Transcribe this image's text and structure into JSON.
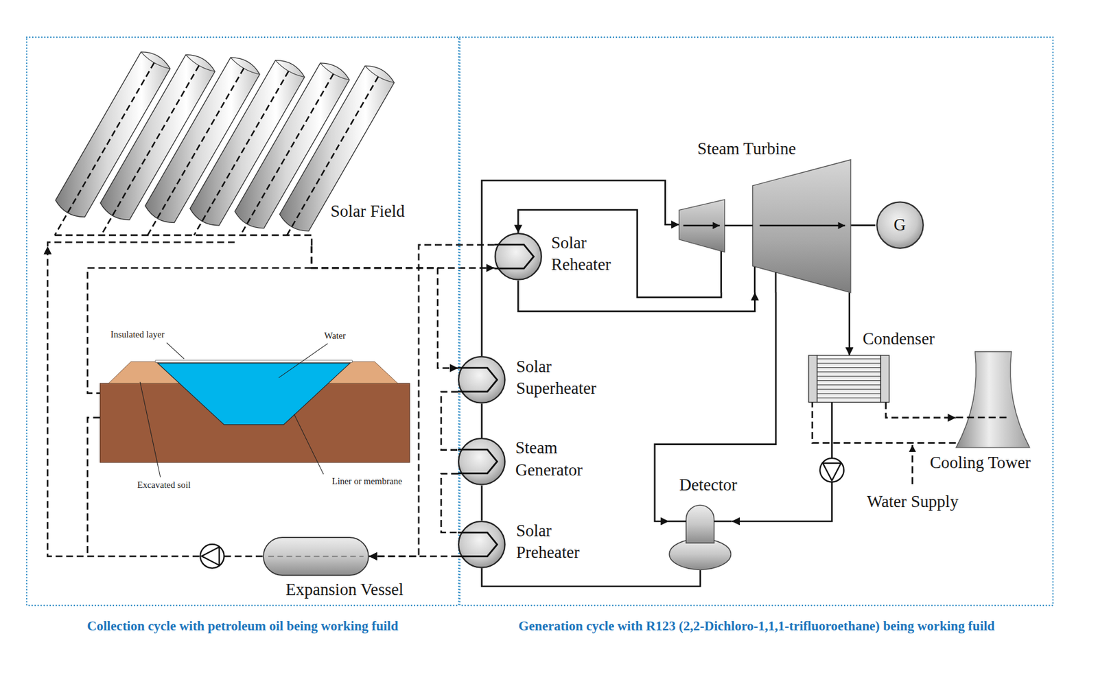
{
  "diagram": {
    "nodes": [
      {
        "text": [
          "Collection cycle with petroleum oil being working fuild"
        ]
      },
      {
        "text": [
          "Solar Field"
        ],
        "in": 0
      },
      {
        "text": [
          "Expansion Vessel"
        ],
        "in": 0
      },
      {
        "text": [
          "Generation cycle with R123 (2,2-Dichloro-1,1,1-trifluoroethane) being working fuild"
        ]
      },
      {
        "text": [
          "Solar Reheater"
        ],
        "in": 3
      },
      {
        "text": [
          "Solar Superheater"
        ],
        "in": 3
      },
      {
        "text": [
          "Steam Generator"
        ],
        "in": 3
      },
      {
        "text": [
          "Solar Preheater"
        ],
        "in": 3
      },
      {
        "text": [
          "Steam Turbine"
        ],
        "in": 3
      },
      {
        "text": [
          "G"
        ],
        "in": 3
      },
      {
        "text": [
          "Condenser"
        ],
        "in": 3
      },
      {
        "text": [
          "Detector"
        ],
        "in": 3
      },
      {
        "text": [
          "Cooling Tower"
        ],
        "in": 3
      }
    ],
    "edges": [
      {
        "from": 1,
        "to": 4,
        "arrow": "to"
      },
      {
        "from": 1,
        "to": 5,
        "arrow": "to"
      },
      {
        "from": 4,
        "to": 2,
        "arrow": "to"
      },
      {
        "from": 5,
        "to": 6,
        "arrow": "none"
      },
      {
        "from": 6,
        "to": 7,
        "arrow": "none"
      },
      {
        "from": 7,
        "to": 2,
        "arrow": "to"
      },
      {
        "from": 2,
        "to": 1,
        "arrow": "to"
      },
      {
        "from": 7,
        "to": 6,
        "arrow": "none"
      },
      {
        "from": 6,
        "to": 5,
        "arrow": "none"
      },
      {
        "from": 5,
        "to": 8,
        "arrow": "to"
      },
      {
        "from": 8,
        "to": 4,
        "arrow": "to"
      },
      {
        "from": 4,
        "to": 8,
        "arrow": "to"
      },
      {
        "from": 8,
        "to": 9,
        "arrow": "none"
      },
      {
        "from": 8,
        "to": 10,
        "arrow": "to"
      },
      {
        "from": 8,
        "to": 11,
        "arrow": "to"
      },
      {
        "from": 10,
        "to": 11,
        "arrow": "to"
      },
      {
        "from": 11,
        "to": 7,
        "arrow": "none"
      },
      {
        "from": 10,
        "to": 12,
        "arrow": "to"
      },
      {
        "from": 12,
        "to": 10,
        "arrow": "none"
      }
    ],
    "labels": [
      "Insulated layer",
      "Water",
      "Excavated soil",
      "Liner or membrane",
      "Water Supply"
    ]
  }
}
